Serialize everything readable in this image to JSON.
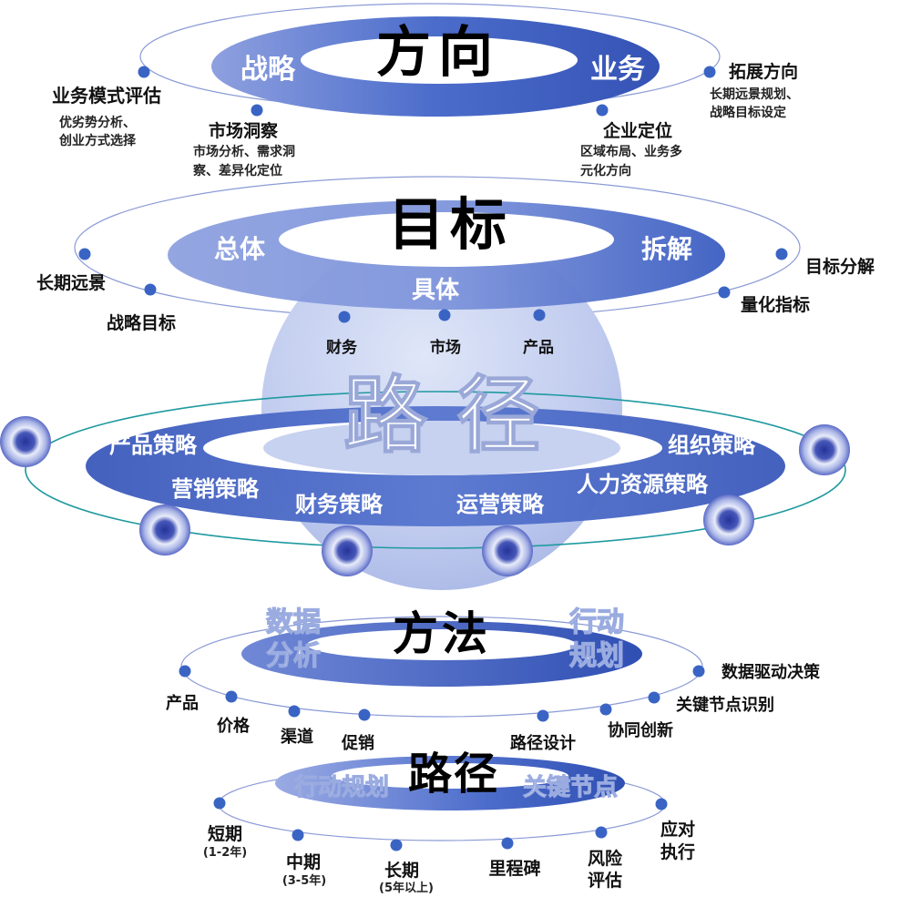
{
  "colors": {
    "ring_dark": "#3f5fbf",
    "ring_light": "#c9d3f2",
    "dot": "#3a64c4",
    "orbit": "#7e8fd0",
    "teal": "#1f9aa0"
  },
  "direction": {
    "title": "方向",
    "ring_left": "战略",
    "ring_right": "业务",
    "items": [
      {
        "title": "业务模式评估",
        "desc": [
          "优劣势分析、",
          "创业方式选择"
        ]
      },
      {
        "title": "市场洞察",
        "desc": [
          "市场分析、需求洞",
          "察、差异化定位"
        ]
      },
      {
        "title": "企业定位",
        "desc": [
          "区域布局、业务多",
          "元化方向"
        ]
      },
      {
        "title": "拓展方向",
        "desc": [
          "长期远景规划、",
          "战略目标设定"
        ]
      }
    ]
  },
  "goal": {
    "title": "目标",
    "ring_left": "总体",
    "ring_right": "拆解",
    "ring_bottom": "具体",
    "left_items": [
      "长期远景",
      "战略目标"
    ],
    "right_items": [
      "目标分解",
      "量化指标"
    ],
    "sub_items": [
      "财务",
      "市场",
      "产品"
    ]
  },
  "path_core": {
    "title": "路 径",
    "strategies": [
      "产品策略",
      "营销策略",
      "财务策略",
      "运营策略",
      "人力资源策略",
      "组织策略"
    ]
  },
  "method": {
    "title": "方法",
    "left": [
      "数据",
      "分析"
    ],
    "right": [
      "行动",
      "规划"
    ],
    "items": [
      "产品",
      "价格",
      "渠道",
      "促销",
      "路径设计",
      "协同创新",
      "关键节点识别",
      "数据驱动决策"
    ]
  },
  "route": {
    "title": "路径",
    "ring_left": "行动规划",
    "ring_right": "关键节点",
    "items": [
      {
        "title": "短期",
        "note": "(1-2年)"
      },
      {
        "title": "中期",
        "note": "(3-5年)"
      },
      {
        "title": "长期",
        "note": "(5年以上)"
      },
      {
        "title": "里程碑",
        "note": ""
      },
      {
        "title": [
          "风险",
          "评估"
        ],
        "note": ""
      },
      {
        "title": [
          "应对",
          "执行"
        ],
        "note": ""
      }
    ]
  }
}
